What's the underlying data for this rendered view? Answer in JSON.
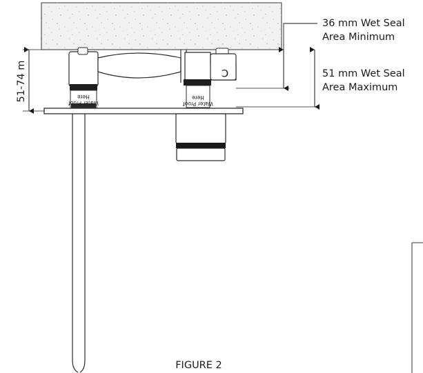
{
  "labels": {
    "wet_seal_min_line1": "36 mm Wet Seal",
    "wet_seal_min_line2": "Area Minimum",
    "wet_seal_max_line1": "51 mm Wet Seal",
    "wet_seal_max_line2": "Area Maximum",
    "height_range": "51-74 m",
    "waterproof_left_line1": "Water Proof",
    "waterproof_left_line2": "Here",
    "waterproof_right_line1": "Water Proof",
    "waterproof_right_line2": "Here",
    "valve_letter": "C",
    "figure_caption": "FIGURE 2"
  },
  "icons": {
    "dimension_arrow": "arrow-icon"
  }
}
